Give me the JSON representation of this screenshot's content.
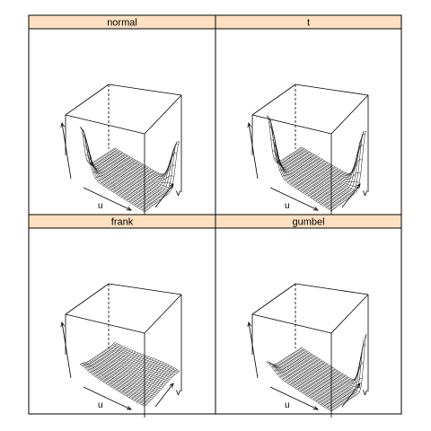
{
  "figure": {
    "strip_color": "#ffe0c0",
    "line_color": "#000000",
    "background": "#ffffff"
  },
  "chart_data": [
    {
      "type": "surface",
      "title": "normal",
      "xlabel": "u",
      "ylabel": "v",
      "zlabel": "",
      "xlim": [
        0,
        1
      ],
      "ylim": [
        0,
        1
      ],
      "family": "normal",
      "tail_dependence": "none",
      "grid_lines": 25
    },
    {
      "type": "surface",
      "title": "t",
      "xlabel": "u",
      "ylabel": "v",
      "zlabel": "",
      "xlim": [
        0,
        1
      ],
      "ylim": [
        0,
        1
      ],
      "family": "t",
      "tail_dependence": "both",
      "grid_lines": 25
    },
    {
      "type": "surface",
      "title": "frank",
      "xlabel": "u",
      "ylabel": "v",
      "zlabel": "",
      "xlim": [
        0,
        1
      ],
      "ylim": [
        0,
        1
      ],
      "family": "frank",
      "tail_dependence": "none",
      "grid_lines": 25
    },
    {
      "type": "surface",
      "title": "gumbel",
      "xlabel": "u",
      "ylabel": "v",
      "zlabel": "",
      "xlim": [
        0,
        1
      ],
      "ylim": [
        0,
        1
      ],
      "family": "gumbel",
      "tail_dependence": "upper",
      "grid_lines": 25
    }
  ]
}
